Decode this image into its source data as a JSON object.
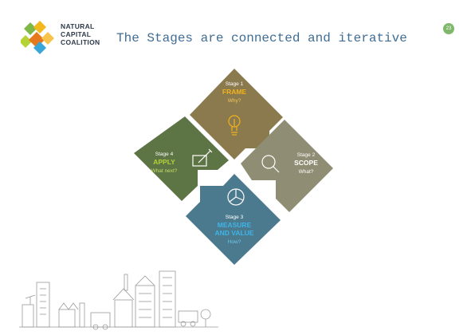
{
  "slide": {
    "page_number": "23",
    "title": "The Stages are connected and iterative"
  },
  "logo": {
    "lines": [
      "NATURAL",
      "CAPITAL",
      "COALITION"
    ],
    "colors": [
      "#7fb847",
      "#f2b81c",
      "#3aa6d8",
      "#e6781e"
    ]
  },
  "stages": [
    {
      "label": "Stage 1",
      "name": "FRAME",
      "question": "Why?",
      "color": "#8b7a4e",
      "accent": "#f2b21c",
      "icon": "lightbulb-icon"
    },
    {
      "label": "Stage 2",
      "name": "SCOPE",
      "question": "What?",
      "color": "#8f8d73",
      "accent": "#ffffff",
      "icon": "magnifier-icon"
    },
    {
      "label": "Stage 3",
      "name_lines": [
        "MEASURE",
        "AND VALUE"
      ],
      "question": "How?",
      "color": "#4b7a8f",
      "accent": "#3fb4e6",
      "icon": "pie-chart-icon"
    },
    {
      "label": "Stage 4",
      "name": "APPLY",
      "question": "What next?",
      "color": "#5d7444",
      "accent": "#b3d23a",
      "icon": "edit-icon"
    }
  ]
}
